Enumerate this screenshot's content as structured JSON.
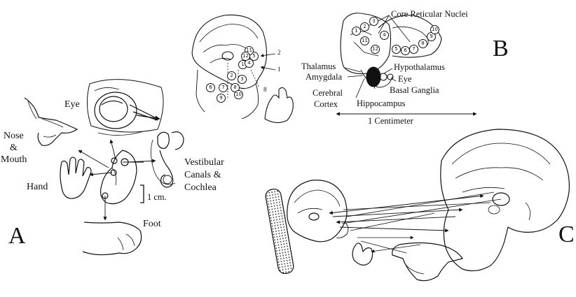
{
  "panels": {
    "a": {
      "letter": "A",
      "labels": {
        "eye": "Eye",
        "nose": "Nose",
        "amp": "&",
        "mouth": "Mouth",
        "hand": "Hand",
        "vestibular1": "Vestibular",
        "vestibular2": "Canals &",
        "vestibular3": "Cochlea",
        "scale": "1 cm.",
        "foot": "Foot"
      }
    },
    "b": {
      "letter": "B",
      "labels": {
        "core": "Core Reticular Nuclei",
        "thalamus": "Thalamus",
        "amygdala": "Amygdala",
        "hypothalamus": "Hypothalamus",
        "eye": "Eye",
        "basal": "Basal Ganglia",
        "cerebral1": "Cerebral",
        "cerebral2": "Cortex",
        "hippocampus": "Hippocampus",
        "scale": "1 Centimeter"
      },
      "head_numbers": [
        "2",
        "1",
        "8"
      ],
      "circle_numbers": [
        "1",
        "2",
        "3",
        "4",
        "5",
        "6",
        "7",
        "8",
        "9",
        "10",
        "11",
        "12"
      ]
    },
    "c": {
      "letter": "C"
    }
  }
}
